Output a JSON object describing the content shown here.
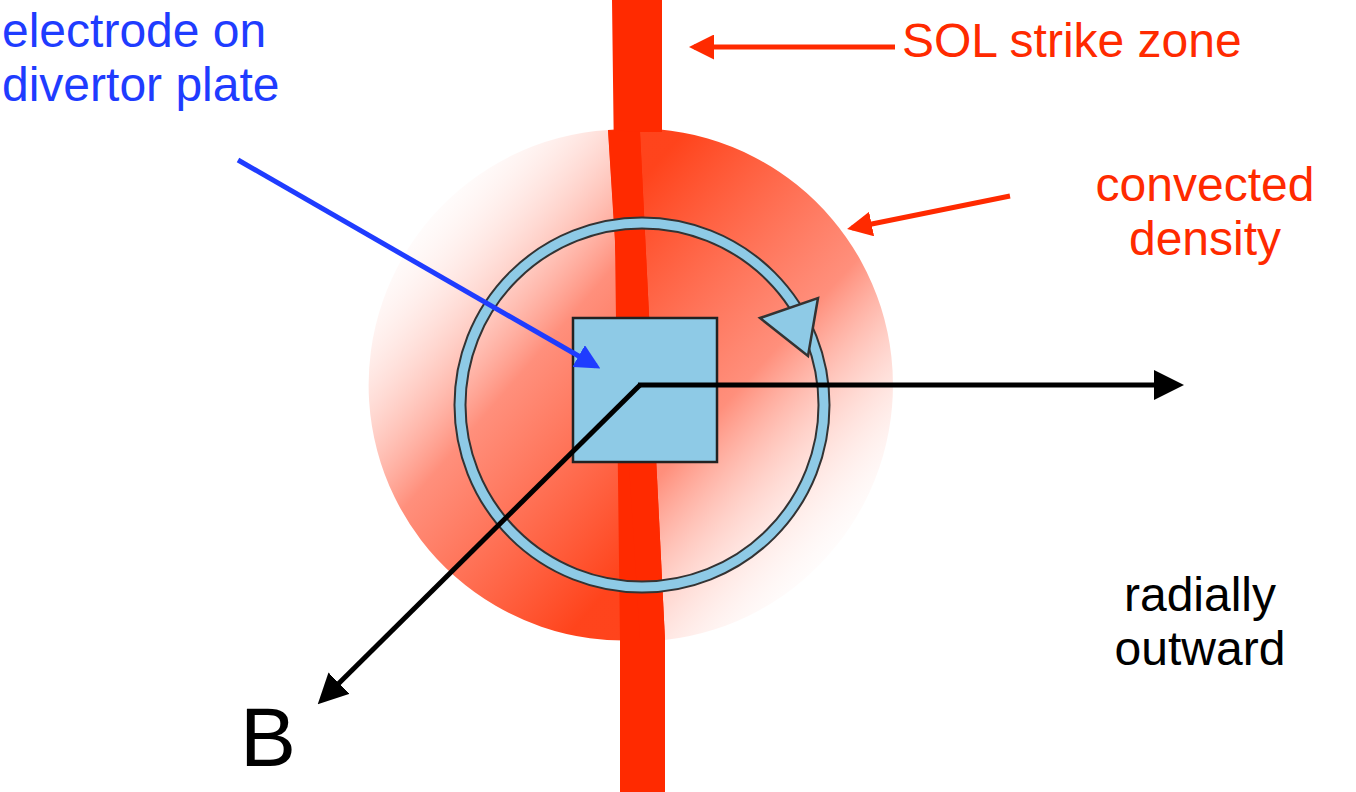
{
  "diagram": {
    "labels": [
      "electrode on divertor plate",
      "SOL strike zone",
      "convected density",
      "radially outward",
      "B"
    ]
  }
}
